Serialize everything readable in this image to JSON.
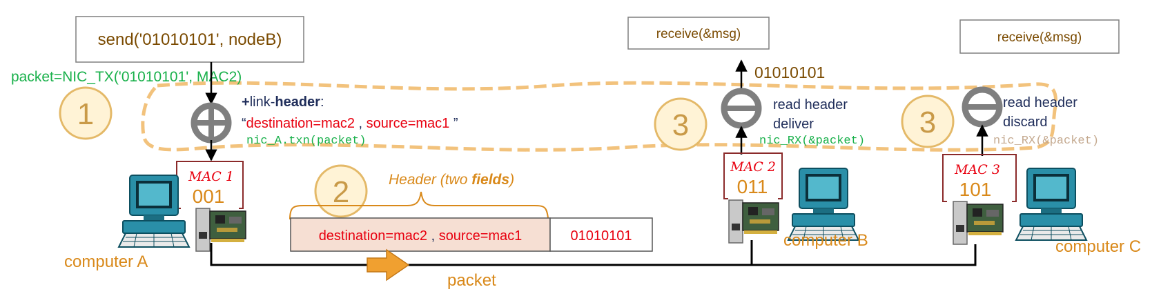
{
  "colors": {
    "brown": "#7a4a00",
    "green": "#18b04a",
    "red": "#e8000f",
    "navy": "#1f2d5a",
    "orange": "#d9891a",
    "dash": "#f2c27c",
    "circle_fill": "#fff3d6",
    "circle_stroke": "#e4b968",
    "arrow": "#f0a030",
    "header_fill": "#f6dfd3",
    "op_gray": "#7f7f7f",
    "mac_box": "#8b2a2a"
  },
  "send_box": "send('01010101', nodeB)",
  "nic_tx_call": "packet=NIC_TX('01010101', MAC2)",
  "receive_b": "receive(&msg)",
  "receive_c": "receive(&msg)",
  "payload_up": "01010101",
  "steps": {
    "one": "1",
    "two": "2",
    "three_b": "3",
    "three_c": "3"
  },
  "link_header": {
    "plus": "+",
    "link": "link-",
    "header": "header",
    "colon": ":",
    "open_quote": "“",
    "dest": "destination=mac2",
    "sep": " , ",
    "src": "source=mac1",
    "close_quote": " ”",
    "txn": "nic_A.txn(packet)"
  },
  "node_b": {
    "line1": "read header",
    "line2": "deliver",
    "call": "nic_RX(&packet)"
  },
  "node_c": {
    "line1": "read header",
    "line2": "discard",
    "call": "nic_RX(&packet)"
  },
  "mac_a": {
    "label": "MAC 1",
    "value": "001"
  },
  "mac_b": {
    "label": "MAC 2",
    "value": "011"
  },
  "mac_c": {
    "label": "MAC 3",
    "value": "101"
  },
  "header_caption": {
    "prefix": "Header (two ",
    "bold": "fields",
    "suffix": ")"
  },
  "packet_fields": {
    "dest": "destination=mac2",
    "sep": " , ",
    "src": "source=mac1",
    "payload": "01010101"
  },
  "computer_a": "computer A",
  "computer_b": "computer B",
  "computer_c": "computer C",
  "packet_label": "packet",
  "icons": [
    "computer-icon",
    "network-card-icon",
    "xor-icon",
    "minus-circle-icon",
    "right-arrow-icon"
  ]
}
